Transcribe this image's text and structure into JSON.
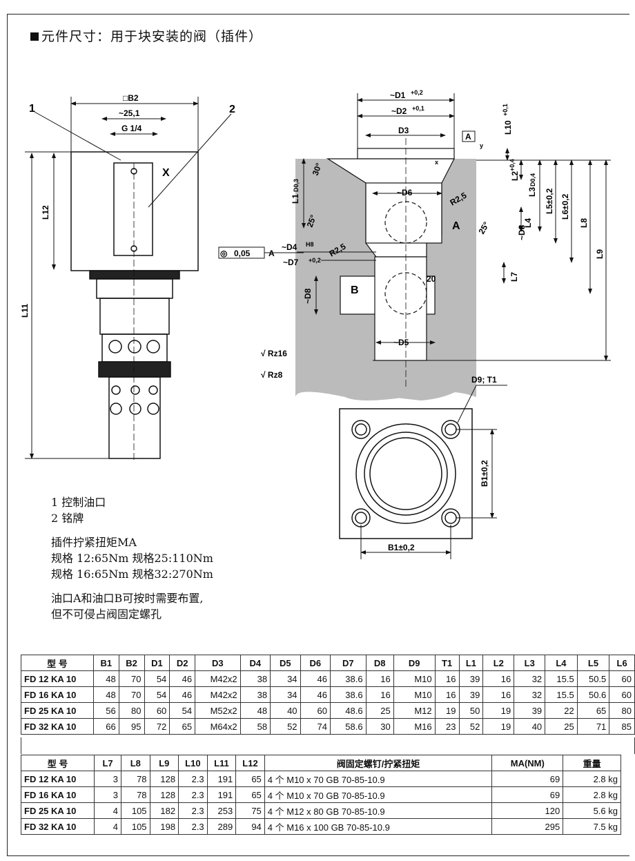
{
  "title": "元件尺寸：用于块安装的阀（插件）",
  "drawing": {
    "left": {
      "b2": "□B2",
      "s251": "~25,1",
      "g14": "G 1/4",
      "x": "X",
      "l12": "L12",
      "l11": "L11",
      "n1": "1",
      "n2": "2"
    },
    "right": {
      "d1": "~D1",
      "d1tol": "+0,2",
      "d2": "~D2",
      "d2tol": "+0,1",
      "d3": "D3",
      "a_box": "A",
      "l10": "L10",
      "l10tol": "+0,1",
      "l1": "L1",
      "l1sub": "D0,3",
      "l2": "L2",
      "l2tol": "+0,4",
      "l3": "L3",
      "l3sub": "D0,4",
      "l5": "L5±0,2",
      "l6": "L6±0,2",
      "l8": "L8",
      "l9": "L9",
      "l4": "L4",
      "l7": "L7",
      "d6": "~D6",
      "r25a": "R2,5",
      "r25b": "R2,5",
      "a": "A",
      "d8": "~D8",
      "d8b": "~D8",
      "a30": "30°",
      "a25a": "25°",
      "a25b": "25°",
      "a20": "20",
      "b": "B",
      "d5": "~D5",
      "d4": "~D4",
      "d4tol": "H8",
      "d7": "~D7",
      "d7tol": "+0,2",
      "gd_tol": "0,05",
      "gd_ref": "A",
      "x": "x",
      "y": "y",
      "rz1": "√ Rz16",
      "rz2": "√ Rz8"
    },
    "bottom": {
      "d9t1": "D9; T1",
      "b1v": "B1±0,2",
      "b1h": "B1±0,2"
    }
  },
  "notes": {
    "line1": "1 控制油口",
    "line2": "2 铭牌",
    "line3": "插件拧紧扭矩MA",
    "line4": "规格 12:65Nm  规格25:110Nm",
    "line5": "规格 16:65Nm  规格32:270Nm",
    "line6": "油口A和油口B可按时需要布置,",
    "line7": "但不可侵占阀固定螺孔"
  },
  "table1": {
    "headers": [
      "型  号",
      "B1",
      "B2",
      "D1",
      "D2",
      "D3",
      "D4",
      "D5",
      "D6",
      "D7",
      "D8",
      "D9",
      "T1",
      "L1",
      "L2",
      "L3",
      "L4",
      "L5",
      "L6"
    ],
    "rows": [
      [
        "FD 12 KA 10",
        "48",
        "70",
        "54",
        "46",
        "M42x2",
        "38",
        "34",
        "46",
        "38.6",
        "16",
        "M10",
        "16",
        "39",
        "16",
        "32",
        "15.5",
        "50.5",
        "60"
      ],
      [
        "FD 16 KA 10",
        "48",
        "70",
        "54",
        "46",
        "M42x2",
        "38",
        "34",
        "46",
        "38.6",
        "16",
        "M10",
        "16",
        "39",
        "16",
        "32",
        "15.5",
        "50.6",
        "60"
      ],
      [
        "FD 25 KA 10",
        "56",
        "80",
        "60",
        "54",
        "M52x2",
        "48",
        "40",
        "60",
        "48.6",
        "25",
        "M12",
        "19",
        "50",
        "19",
        "39",
        "22",
        "65",
        "80"
      ],
      [
        "FD 32 KA 10",
        "66",
        "95",
        "72",
        "65",
        "M64x2",
        "58",
        "52",
        "74",
        "58.6",
        "30",
        "M16",
        "23",
        "52",
        "19",
        "40",
        "25",
        "71",
        "85"
      ]
    ]
  },
  "table2": {
    "headers": [
      "型  号",
      "L7",
      "L8",
      "L9",
      "L10",
      "L11",
      "L12",
      "阀固定螺钉/拧紧扭矩",
      "MA(NM)",
      "重量"
    ],
    "rows": [
      [
        "FD 12 KA 10",
        "3",
        "78",
        "128",
        "2.3",
        "191",
        "65",
        "4 个 M10 x  70 GB 70-85-10.9",
        "69",
        "2.8 kg"
      ],
      [
        "FD 16 KA 10",
        "3",
        "78",
        "128",
        "2.3",
        "191",
        "65",
        "4 个  M10 x  70 GB 70-85-10.9",
        "69",
        "2.8 kg"
      ],
      [
        "FD 25 KA 10",
        "4",
        "105",
        "182",
        "2.3",
        "253",
        "75",
        "4 个 M12 x  80 GB 70-85-10.9",
        "120",
        "5.6 kg"
      ],
      [
        "FD 32 KA 10",
        "4",
        "105",
        "198",
        "2.3",
        "289",
        "94",
        "4 个 M16 x 100 GB 70-85-10.9",
        "295",
        "7.5 kg"
      ]
    ]
  }
}
